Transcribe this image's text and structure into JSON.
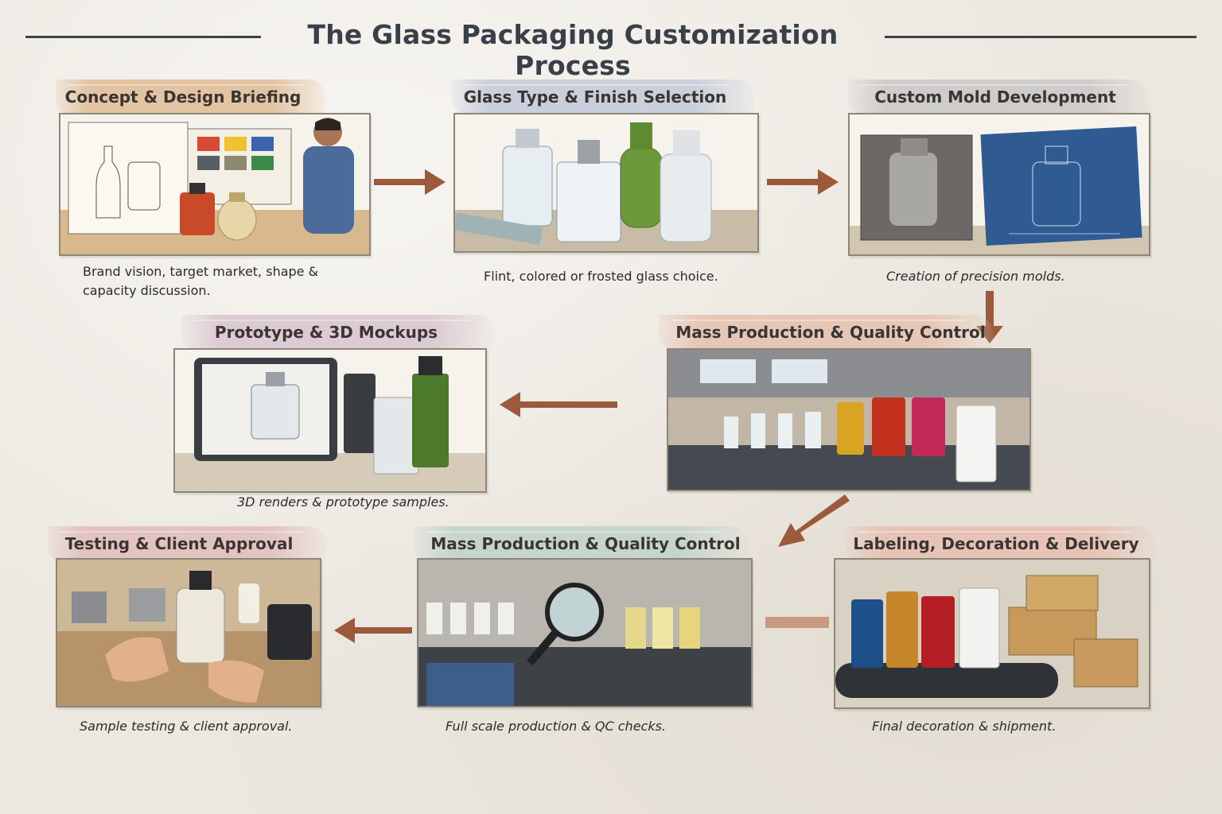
{
  "title": "The Glass Packaging Customization Process",
  "steps": [
    {
      "title": "Concept & Design Briefing",
      "caption": "Brand vision, target market, shape & capacity discussion.",
      "brush_color": "#e2c3a2"
    },
    {
      "title": "Glass Type & Finish Selection",
      "caption": "Flint, colored or frosted glass choice.",
      "brush_color": "#c9d0db"
    },
    {
      "title": "Custom Mold Development",
      "caption": "Creation of precision molds.",
      "brush_color": "#cfcdcb"
    },
    {
      "title": "Prototype & 3D Mockups",
      "caption": "3D renders & prototype samples.",
      "brush_color": "#dccbd2"
    },
    {
      "title": "Mass Production & Quality Control",
      "caption": "",
      "brush_color": "#e6c6b4"
    },
    {
      "title": "Testing & Client Approval",
      "caption": "Sample testing & client approval.",
      "brush_color": "#e2c3c0"
    },
    {
      "title": "Mass Production & Quality Control",
      "caption": "Full scale production & QC checks.",
      "brush_color": "#c6d5cc"
    },
    {
      "title": "Labeling, Decoration & Delivery",
      "caption": "Final decoration & shipment.",
      "brush_color": "#e6c3b5"
    }
  ],
  "colors": {
    "arrow": "#9b5a3c",
    "title_text": "#3a4049",
    "frame_border": "#8d8578"
  }
}
